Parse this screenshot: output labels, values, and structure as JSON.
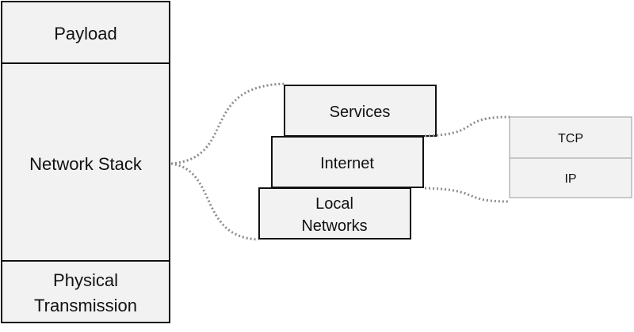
{
  "stack": {
    "payload": "Payload",
    "network_stack": "Network Stack",
    "physical_line1": "Physical",
    "physical_line2": "Transmission"
  },
  "layers": {
    "services": "Services",
    "internet": "Internet",
    "local_line1": "Local",
    "local_line2": "Networks"
  },
  "protocols": {
    "tcp": "TCP",
    "ip": "IP"
  },
  "colors": {
    "stack_fill": "#f2f2f2",
    "layer_fill": "#f2f2f2",
    "protocol_fill": "#f2f2f2",
    "stroke": "#111111",
    "protocol_stroke": "#9a9a9a",
    "connector": "#8c8c8c"
  }
}
